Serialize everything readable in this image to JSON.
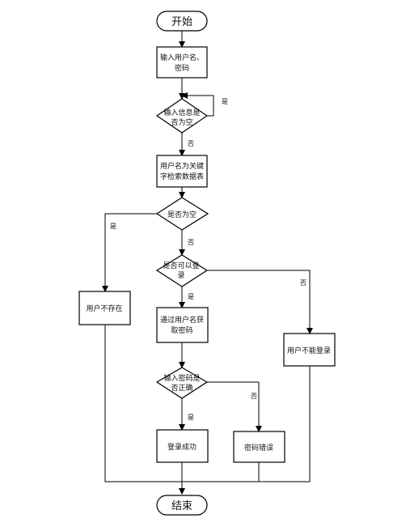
{
  "nodes": {
    "start": "开始",
    "input_line1": "输入用户名、",
    "input_line2": "密码",
    "check_empty_line1": "输入信息是",
    "check_empty_line2": "否为空",
    "search_line1": "用户名为关键",
    "search_line2": "字检索数据表",
    "result_empty": "是否为空",
    "can_login_line1": "是否可以登",
    "can_login_line2": "录",
    "user_not_exist": "用户不存在",
    "get_pwd_line1": "通过用户名获",
    "get_pwd_line2": "取密码",
    "cannot_login": "用户不能登录",
    "pwd_correct_line1": "输入密码是",
    "pwd_correct_line2": "否正确",
    "login_success": "登录成功",
    "pwd_error": "密码错误",
    "end": "结束"
  },
  "edges": {
    "yes": "是",
    "no": "否"
  }
}
